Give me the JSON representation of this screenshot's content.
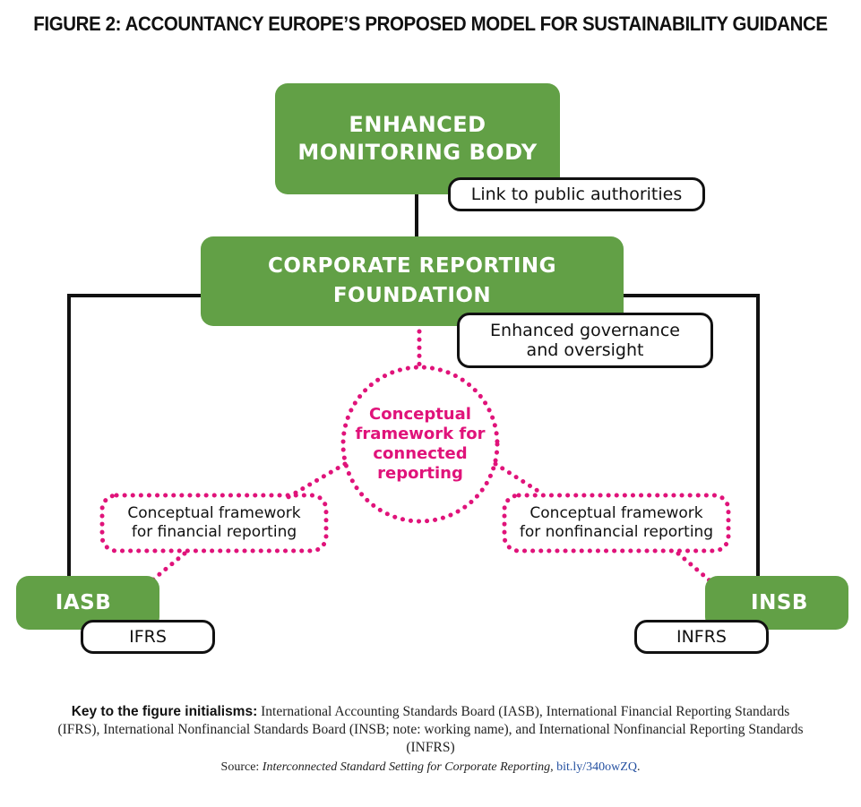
{
  "title": "FIGURE 2: ACCOUNTANCY EUROPE’S PROPOSED MODEL FOR SUSTAINABILITY GUIDANCE",
  "nodes": {
    "monitoring_body": {
      "line1": "ENHANCED",
      "line2": "MONITORING BODY"
    },
    "public_authorities": "Link to public authorities",
    "foundation": {
      "line1": "CORPORATE REPORTING",
      "line2": "FOUNDATION"
    },
    "governance": {
      "line1": "Enhanced governance",
      "line2": "and oversight"
    },
    "center": {
      "line1": "Conceptual",
      "line2": "framework for",
      "line3": "connected",
      "line4": "reporting"
    },
    "financial": {
      "line1": "Conceptual framework",
      "line2": "for financial reporting"
    },
    "nonfinancial": {
      "line1": "Conceptual framework",
      "line2": "for nonfinancial reporting"
    },
    "iasb": "IASB",
    "ifrs": "IFRS",
    "insb": "INSB",
    "infrs": "INFRS"
  },
  "key": {
    "label": "Key to the figure initialisms:",
    "text": " International Accounting Standards Board (IASB), International Financial Reporting Standards (IFRS), International Nonfinancial Standards Board (INSB; note: working name), and International Nonfinancial Reporting Standards (INFRS)"
  },
  "source": {
    "prefix": "Source: ",
    "title": "Interconnected Standard Setting for Corporate Reporting",
    "sep": ", ",
    "link": "bit.ly/340owZQ",
    "suffix": "."
  },
  "colors": {
    "green": "#62a046",
    "magenta": "#e0137a",
    "black": "#111111"
  }
}
